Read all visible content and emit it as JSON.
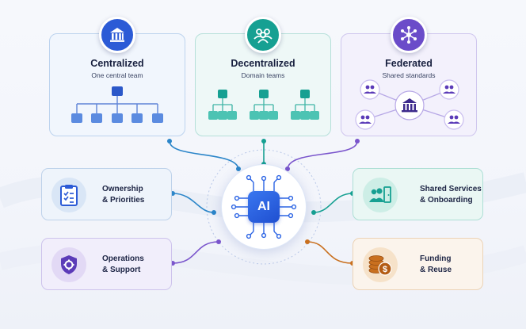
{
  "models": {
    "centralized": {
      "title": "Centralized",
      "subtitle": "One central team",
      "icon": "bank-icon",
      "color": "#2c5bd6"
    },
    "decentralized": {
      "title": "Decentralized",
      "subtitle": "Domain teams",
      "icon": "team-icon",
      "color": "#16a092"
    },
    "federated": {
      "title": "Federated",
      "subtitle": "Shared standards",
      "icon": "network-icon",
      "color": "#6b4cc9"
    }
  },
  "hub": {
    "label": "AI",
    "icon": "circuit-chip-icon",
    "color": "#2a63e4"
  },
  "capabilities": {
    "ownership": {
      "line1": "Ownership",
      "line2": "& Priorities",
      "icon": "clipboard-checklist-icon",
      "color": "#2c5bd6"
    },
    "operations": {
      "line1": "Operations",
      "line2": "& Support",
      "icon": "shield-gear-icon",
      "color": "#5b3bb8"
    },
    "shared": {
      "line1": "Shared Services",
      "line2": "& Onboarding",
      "icon": "team-door-icon",
      "color": "#16a092"
    },
    "funding": {
      "line1": "Funding",
      "line2": "& Reuse",
      "icon": "coins-dollar-icon",
      "color": "#c9701f"
    }
  }
}
